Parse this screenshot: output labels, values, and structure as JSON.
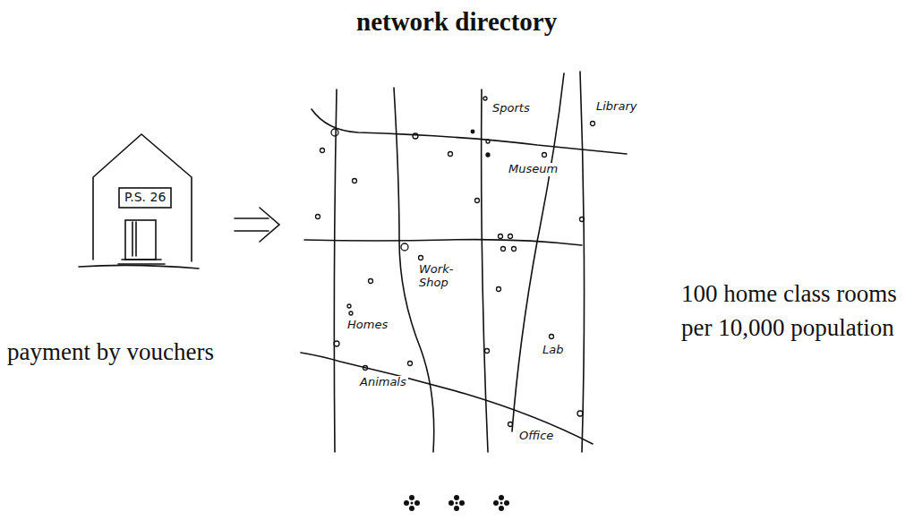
{
  "diagram": {
    "title": "network directory",
    "labels": [
      "P.S. 26",
      "Sports",
      "Library",
      "Museum",
      "Work-Shop",
      "Homes",
      "Animals",
      "Lab",
      "Office",
      "100 home class rooms per 10,000 population",
      "payment by vouchers"
    ]
  }
}
